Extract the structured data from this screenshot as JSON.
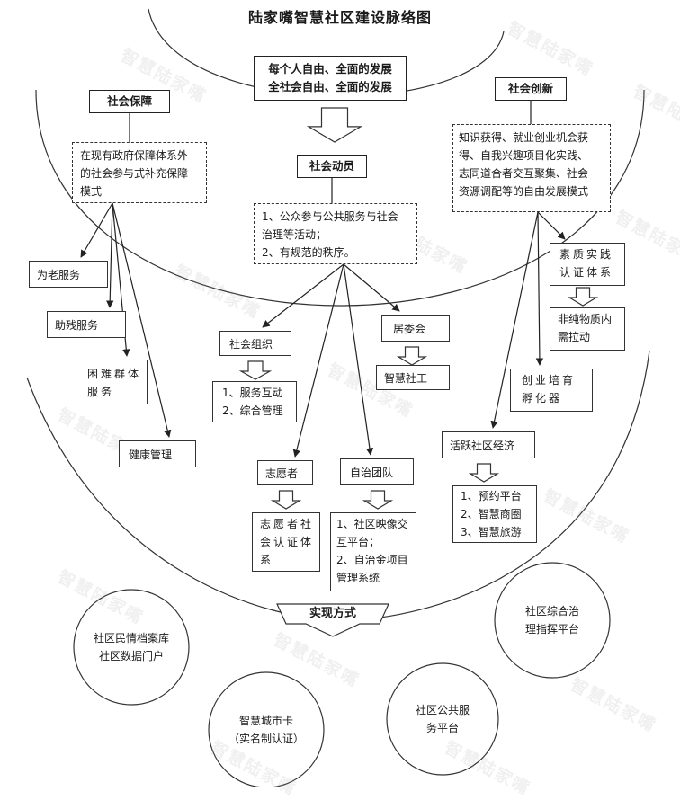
{
  "title": "陆家嘴智慧社区建设脉络图",
  "watermark": "智慧陆家嘴",
  "core": {
    "lines": [
      "每个人自由、全面的发展",
      "全社会自由、全面的发展"
    ]
  },
  "social_security": {
    "heading": "社会保障",
    "desc": [
      "在现有政府保障体系外",
      "的社会参与式补充保障",
      "模式"
    ],
    "items": [
      "为老服务",
      "助残服务",
      [
        "困难群体",
        "服务"
      ],
      "健康管理"
    ]
  },
  "social_mobilization": {
    "heading": "社会动员",
    "desc": [
      "1、公众参与公共服务与社会",
      "治理等活动；",
      "2、有规范的秩序。"
    ],
    "social_org": {
      "label": "社会组织",
      "desc": [
        "1、服务互动",
        "2、综合管理"
      ]
    },
    "neighborhood": {
      "label": "居委会",
      "desc": "智慧社工"
    },
    "volunteer": {
      "label": "志愿者",
      "desc": [
        "志愿者社",
        "会认证体",
        "系"
      ]
    },
    "autonomy": {
      "label": "自治团队",
      "desc": [
        "1、社区映像交",
        "互平台；",
        "2、自治金项目",
        "管理系统"
      ]
    }
  },
  "social_innovation": {
    "heading": "社会创新",
    "desc": [
      "知识获得、就业创业机会获",
      "得、自我兴趣项目化实践、",
      "志同道合者交互聚集、社会",
      "资源调配等的自由发展模式"
    ],
    "quality": {
      "label": [
        "素质实践",
        "认证体系"
      ],
      "desc": [
        "非纯物质内",
        "需拉动"
      ]
    },
    "incubator": [
      "创业培育",
      "孵化器"
    ],
    "economy": {
      "label": "活跃社区经济",
      "desc": [
        "1、预约平台",
        "2、智慧商圈",
        "3、智慧旅游"
      ]
    }
  },
  "realization": {
    "heading": "实现方式",
    "circles": [
      [
        "社区民情档案库",
        "社区数据门户"
      ],
      [
        "社区综合治",
        "理指挥平台"
      ],
      [
        "智慧城市卡",
        "（实名制认证）"
      ],
      [
        "社区公共服",
        "务平台"
      ]
    ]
  }
}
